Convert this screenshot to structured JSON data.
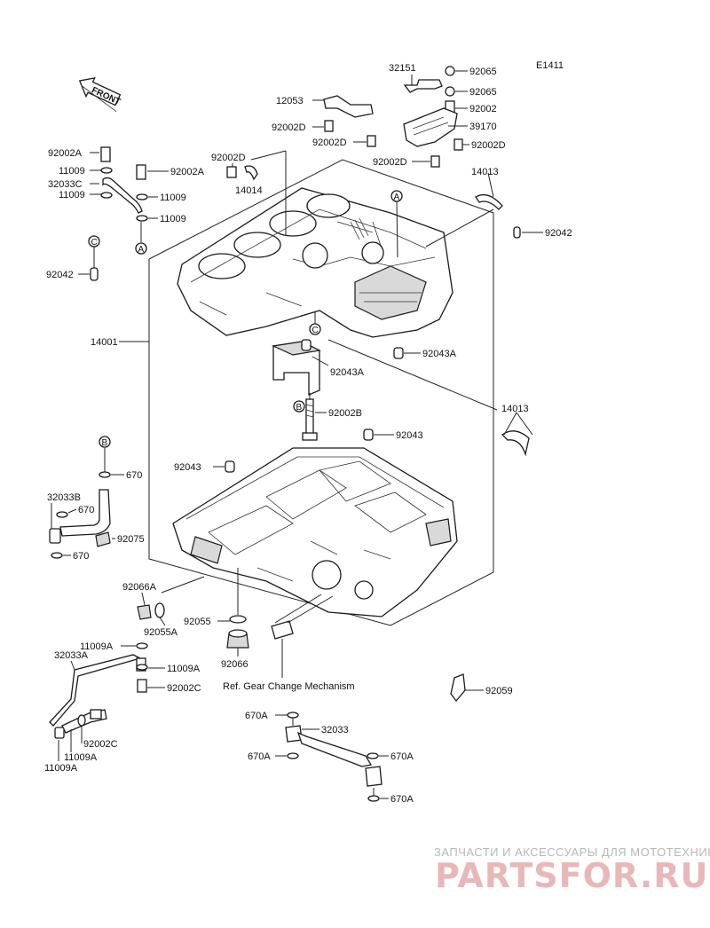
{
  "diagram_code": "E1411",
  "front_label": "FRONT",
  "ref_text": "Ref. Gear Change Mechanism",
  "callouts": {
    "a": "A",
    "b": "B",
    "c": "C"
  },
  "labels": {
    "l32151": "32151",
    "l92065a": "92065",
    "l92065b": "92065",
    "l92002": "92002",
    "l12053": "12053",
    "l92002d_1": "92002D",
    "l92002d_2": "92002D",
    "l39170": "39170",
    "l92002d_3": "92002D",
    "l92002d_4": "92002D",
    "l14013_top": "14013",
    "l92002d_5": "92002D",
    "l14014": "14014",
    "l92002a_l": "92002A",
    "l11009_1": "11009",
    "l32033c": "32033C",
    "l11009_2": "11009",
    "l92002a_m": "92002A",
    "l11009_3": "11009",
    "l11009_4": "11009",
    "l92042_l": "92042",
    "l92042_r": "92042",
    "l14001": "14001",
    "l92043a": "92043A",
    "l92043a_b": "92043A",
    "l14013_mid": "14013",
    "l92002b": "92002B",
    "l92043_r": "92043",
    "l670_1": "670",
    "l92043_l": "92043",
    "l32033b": "32033B",
    "l670_2": "670",
    "l92075": "92075",
    "l670_3": "670",
    "l92066a": "92066A",
    "l92055a": "92055A",
    "l92055": "92055",
    "l92066": "92066",
    "l11009a_1": "11009A",
    "l32033a": "32033A",
    "l11009a_2": "11009A",
    "l92002c_1": "92002C",
    "l92059": "92059",
    "l670a_1": "670A",
    "l32033": "32033",
    "l670a_2": "670A",
    "l670a_3": "670A",
    "l670a_4": "670A",
    "l92002c_2": "92002C",
    "l11009a_3": "11009A",
    "l11009a_4": "11009A"
  },
  "watermark": {
    "tagline": "ЗАПЧАСТИ И АКСЕССУАРЫ ДЛЯ МОТОТЕХНИКИ",
    "logo": "PARTSFOR.RU"
  }
}
